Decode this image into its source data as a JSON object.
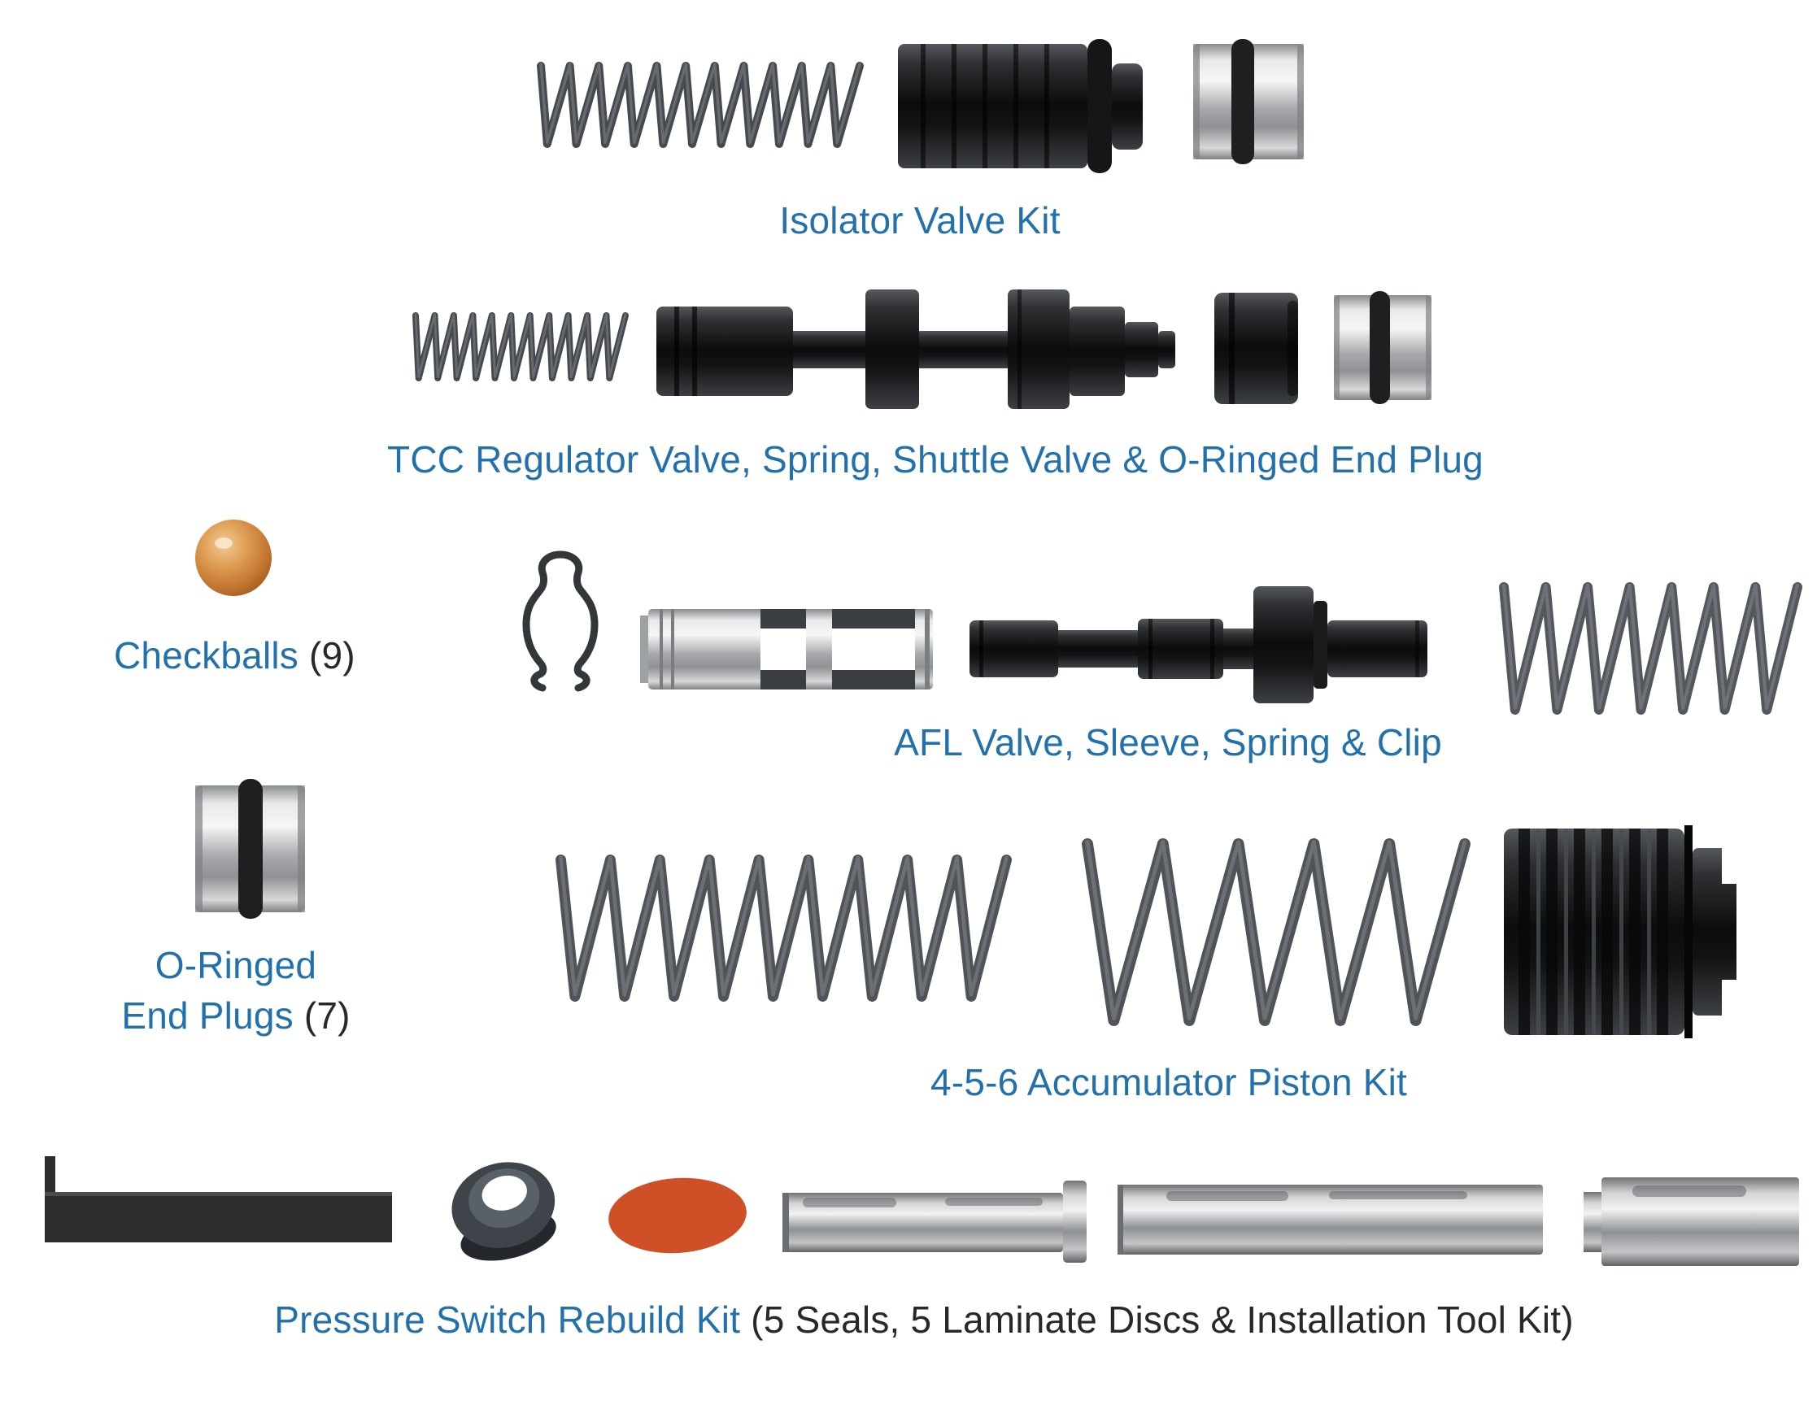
{
  "colors": {
    "background": "#ffffff",
    "label_blue": "#2270ac",
    "label_dark": "#282828",
    "part_black": "#17191b",
    "steel_gray": "#c9cbcd",
    "spring_gray": "#4c5054",
    "checkball_copper": "#c97c35",
    "seal_disc_orange": "#cf4f26"
  },
  "sections": {
    "isolator": {
      "label": "Isolator Valve Kit"
    },
    "tcc": {
      "label": "TCC Regulator Valve, Spring, Shuttle Valve & O-Ringed End Plug"
    },
    "checkballs": {
      "name": "Checkballs",
      "count": "(9)"
    },
    "afl": {
      "label": "AFL Valve, Sleeve, Spring & Clip"
    },
    "end_plugs": {
      "line1": "O-Ringed",
      "line2": "End Plugs",
      "count": "(7)"
    },
    "accumulator": {
      "label": "4-5-6 Accumulator Piston Kit"
    },
    "pressure_switch": {
      "name": "Pressure Switch Rebuild Kit",
      "detail": "(5 Seals, 5 Laminate Discs & Installation Tool Kit)"
    }
  }
}
